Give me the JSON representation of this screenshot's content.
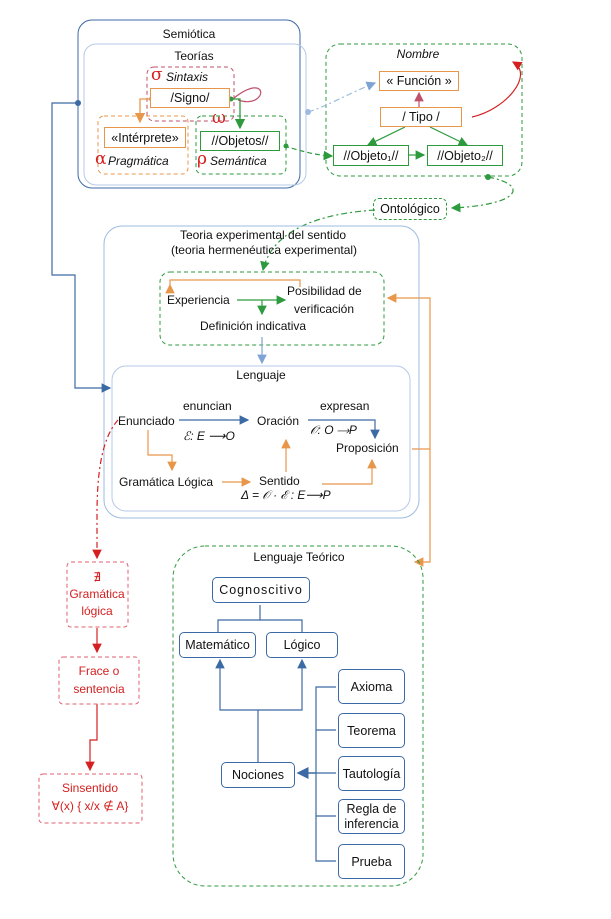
{
  "semiotica": {
    "title": "Semiótica",
    "teorias": "Teorías",
    "sigma": "σ",
    "sintaxis": "Sintaxis",
    "signo": "/Signo/",
    "omega": "ω",
    "interprete": "«Intérprete»",
    "objetos": "//Objetos//",
    "alpha": "α",
    "pragmatica": "Pragmática",
    "rho": "ρ",
    "semantica": "Semántica"
  },
  "nombre": {
    "title": "Nombre",
    "funcion": "« Función »",
    "tipo": "/ Tipo /",
    "objeto1": "//Objeto₁//",
    "objeto2": "//Objeto₂//"
  },
  "ontologico": "Ontológico",
  "teoria_exp": {
    "title1": "Teoria experimental  del sentido",
    "title2": "(teoria hermenéutica  experimental)",
    "experiencia": "Experiencia",
    "posibilidad1": "Posibilidad de",
    "posibilidad2": "verificación",
    "definicion": "Definición indicativa"
  },
  "lenguaje": {
    "title": "Lenguaje",
    "enunciado": "Enunciado",
    "enuncian": "enuncian",
    "formula_e": "ℰ: E ⟶O",
    "oracion": "Oración",
    "expresan": "expresan",
    "formula_o": "𝒪: O ⟶P",
    "proposicion": "Proposición",
    "gramatica": "Gramática Lógica",
    "sentido": "Sentido",
    "formula_s": "Δ = 𝒪 · ℰ : E⟶P"
  },
  "lenguaje_teorico": {
    "title": "Lenguaje Teórico",
    "cognoscitivo": "Cognoscitivo",
    "matematico": "Matemático",
    "logico": "Lógico",
    "nociones": "Nociones",
    "axioma": "Axioma",
    "teorema": "Teorema",
    "tautologia": "Tautología",
    "regla1": "Regla de",
    "regla2": "inferencia",
    "prueba": "Prueba"
  },
  "red_chain": {
    "no_gramatica1": "∄",
    "no_gramatica2": "Gramática",
    "no_gramatica3": "lógica",
    "frace1": "Frace  o",
    "frace2": "sentencia",
    "sinsentido1": "Sinsentido",
    "sinsentido2": "∀(x) { x/x ∉ A}"
  },
  "colors": {
    "blue": "#3c6aa4",
    "light_blue": "#9dbbe0",
    "green": "#2e9a3e",
    "orange": "#e8974a",
    "red": "#d42020",
    "pink": "#c0506a"
  }
}
